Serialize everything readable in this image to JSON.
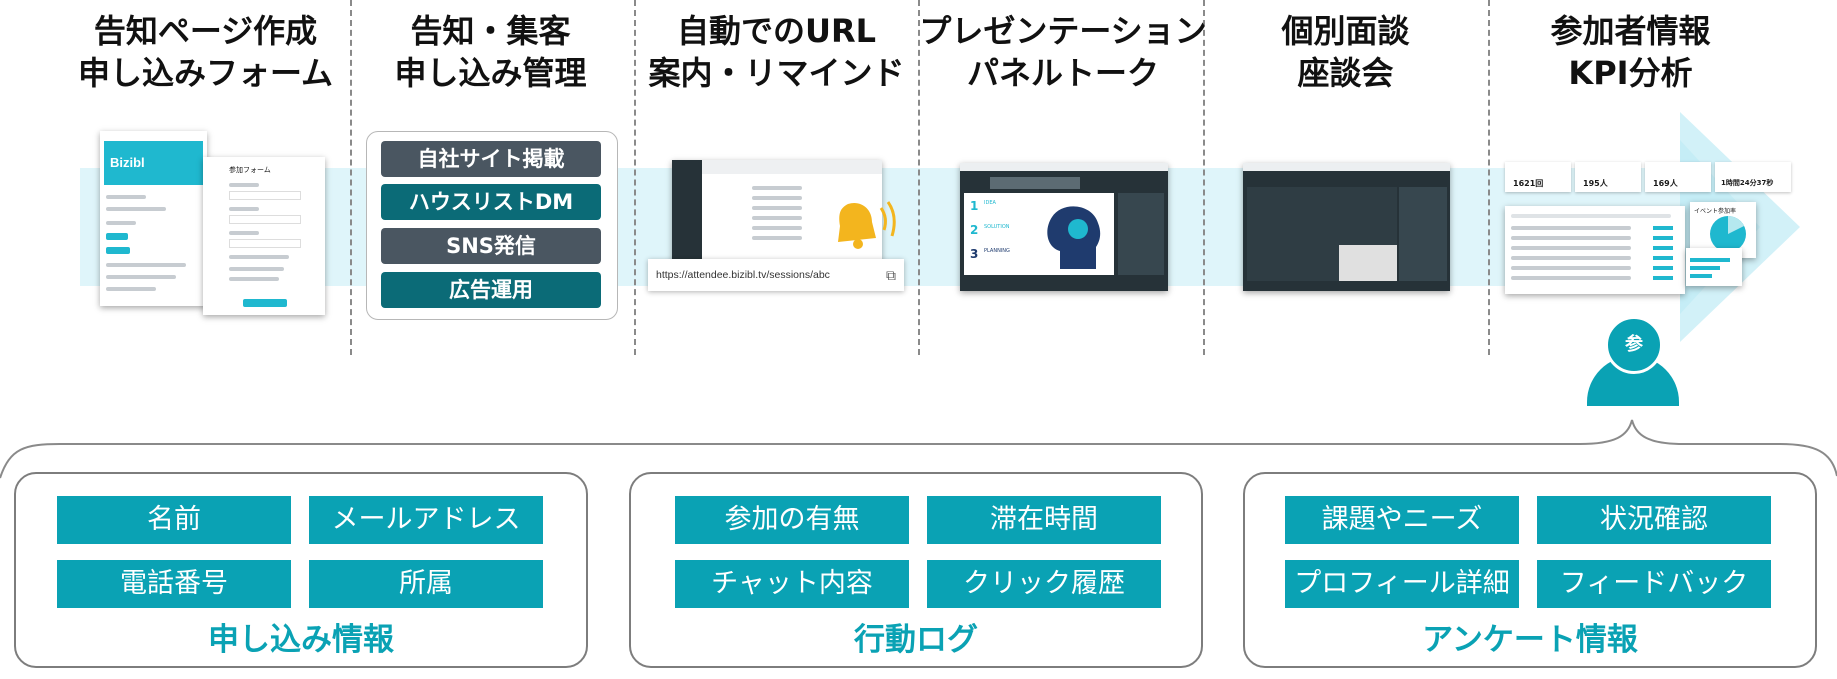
{
  "stages": [
    {
      "line1": "告知ページ作成",
      "line2": "申し込みフォーム"
    },
    {
      "line1": "告知・集客",
      "line2": "申し込み管理"
    },
    {
      "line1": "自動でのURL",
      "line2": "案内・リマインド"
    },
    {
      "line1": "プレゼンテーション",
      "line2": "パネルトーク"
    },
    {
      "line1": "個別面談",
      "line2": "座談会"
    },
    {
      "line1": "参加者情報",
      "line2": "KPI分析"
    }
  ],
  "form_mock": {
    "brand": "Bizibl",
    "form_title": "参加フォーム"
  },
  "channels": [
    {
      "label": "自社サイト掲載",
      "color": "#4a5661"
    },
    {
      "label": "ハウスリストDM",
      "color": "#0b6b77"
    },
    {
      "label": "SNS発信",
      "color": "#4a5661"
    },
    {
      "label": "広告運用",
      "color": "#0b6b77"
    }
  ],
  "url_box": {
    "url": "https://attendee.bizibl.tv/sessions/abc"
  },
  "presentation_mock": {
    "items": [
      {
        "num": "1",
        "label": "IDEA"
      },
      {
        "num": "2",
        "label": "SOLUTION"
      },
      {
        "num": "3",
        "label": "PLANNING"
      }
    ]
  },
  "kpi_mock": {
    "cards": [
      {
        "value": "1621",
        "unit": "回"
      },
      {
        "value": "195",
        "unit": "人"
      },
      {
        "value": "169",
        "unit": "人"
      },
      {
        "value": "1時間24分37秒",
        "unit": ""
      }
    ],
    "chart_title": "イベント参加率"
  },
  "avatar": {
    "label": "参"
  },
  "groups": [
    {
      "label": "申し込み情報",
      "tags": [
        "名前",
        "メールアドレス",
        "電話番号",
        "所属"
      ]
    },
    {
      "label": "行動ログ",
      "tags": [
        "参加の有無",
        "滞在時間",
        "チャット内容",
        "クリック履歴"
      ]
    },
    {
      "label": "アンケート情報",
      "tags": [
        "課題やニーズ",
        "状況確認",
        "プロフィール詳細",
        "フィードバック"
      ]
    }
  ],
  "colors": {
    "accent": "#0aa2b4",
    "band": "#dff5fa",
    "bell": "#f3b51e"
  }
}
